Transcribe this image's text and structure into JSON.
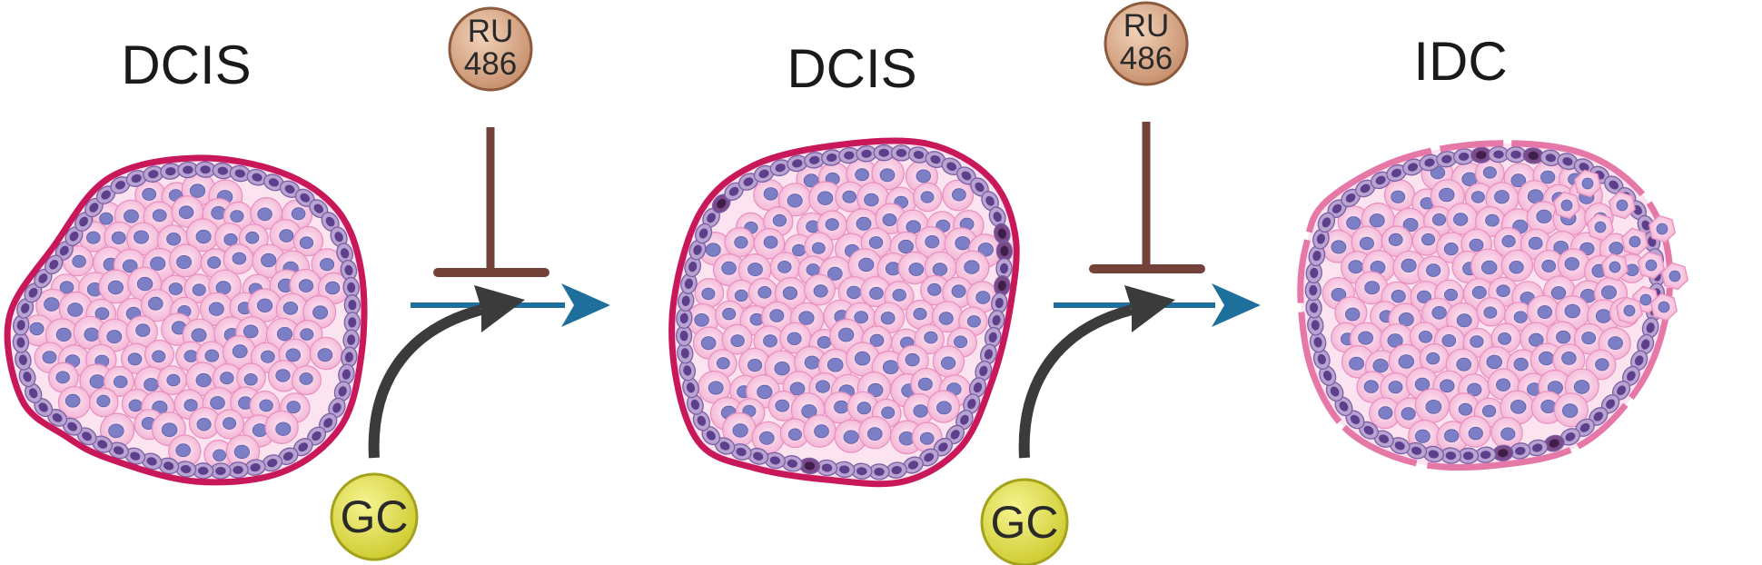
{
  "stages": [
    {
      "label": "DCIS"
    },
    {
      "label": "DCIS"
    },
    {
      "label": "IDC"
    }
  ],
  "inhibitors": [
    {
      "line1": "RU",
      "line2": "486"
    },
    {
      "line1": "RU",
      "line2": "486"
    }
  ],
  "stimulators": [
    {
      "label": "GC"
    },
    {
      "label": "GC"
    }
  ],
  "colors": {
    "duct_membrane": "#c8185a",
    "duct_membrane_light": "#e678a8",
    "myoepithelial_fill": "#b9a3d1",
    "myoepithelial_nucleus": "#5d3f8c",
    "dark_cell": "#3e1f4a",
    "tumor_cell_fill": "#f3b6d7",
    "tumor_cell_center": "#fde6f2",
    "tumor_nucleus": "#7c7ec6",
    "arrow_blue": "#1f6f9c",
    "arrow_dark": "#3b3b3b",
    "inhibitor_bar": "#73433a",
    "ru486_fill": "#d7a682",
    "gc_fill": "#e0e04a"
  },
  "icons": {
    "inhibitor": "t-bar-inhibition-icon",
    "stimulation": "curved-arrow-icon",
    "progression": "right-arrow-icon"
  }
}
